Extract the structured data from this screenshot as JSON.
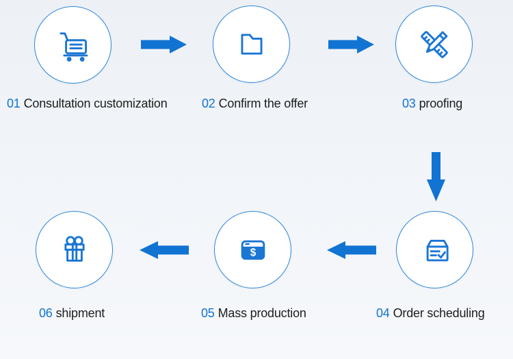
{
  "diagram": {
    "type": "process-flow",
    "flow_order": [
      "01",
      "02",
      "03",
      "04",
      "05",
      "06"
    ]
  },
  "steps": [
    {
      "number": "01",
      "label": "Consultation customization",
      "icon": "shopping-cart-icon",
      "row": "top"
    },
    {
      "number": "02",
      "label": "Confirm the offer",
      "icon": "folder-icon",
      "row": "top"
    },
    {
      "number": "03",
      "label": "proofing",
      "icon": "pencil-ruler-icon",
      "row": "top"
    },
    {
      "number": "04",
      "label": "Order scheduling",
      "icon": "package-check-icon",
      "row": "bottom"
    },
    {
      "number": "05",
      "label": "Mass production",
      "icon": "browser-dollar-icon",
      "row": "bottom"
    },
    {
      "number": "06",
      "label": "shipment",
      "icon": "gift-icon",
      "row": "bottom"
    }
  ],
  "arrows": [
    {
      "from": "01",
      "to": "02",
      "direction": "right"
    },
    {
      "from": "02",
      "to": "03",
      "direction": "right"
    },
    {
      "from": "03",
      "to": "04",
      "direction": "down"
    },
    {
      "from": "04",
      "to": "05",
      "direction": "left"
    },
    {
      "from": "05",
      "to": "06",
      "direction": "left"
    }
  ],
  "mass_production_symbol": "$",
  "colors": {
    "accent_arrow": "#1173d2",
    "icon_stroke": "#1b76d4",
    "circle_border": "#2e86d9",
    "circle_fill": "#ffffff",
    "number_text": "#1173d2",
    "label_text": "#1d1d1d",
    "background": "#f0f4f8"
  }
}
